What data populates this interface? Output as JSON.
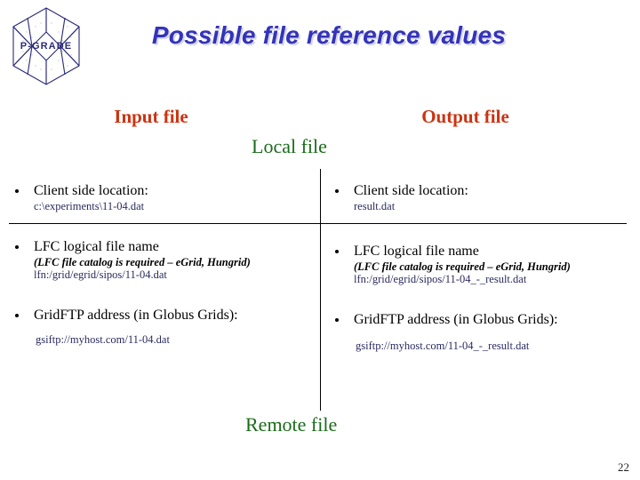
{
  "slide": {
    "title": "Possible file reference values",
    "page_number": "22",
    "logo_text": "P-GRADE",
    "title_color": "#3333bb",
    "header_color": "#cc3311",
    "zone_color": "#1a6b1a",
    "path_color": "#2b2b60"
  },
  "headers": {
    "input": "Input file",
    "output": "Output file",
    "local_zone": "Local file",
    "remote_zone": "Remote file"
  },
  "input_column": {
    "items": [
      {
        "title": "Client side location:",
        "note": "",
        "path": "c:\\experiments\\11-04.dat"
      },
      {
        "title": "LFC logical file name",
        "note": "(LFC file catalog is required – eGrid, Hungrid)",
        "path": "lfn:/grid/egrid/sipos/11-04.dat"
      },
      {
        "title": "GridFTP address (in Globus Grids):",
        "note": "",
        "path": "gsiftp://myhost.com/11-04.dat"
      }
    ]
  },
  "output_column": {
    "items": [
      {
        "title": "Client side location:",
        "note": "",
        "path": "result.dat"
      },
      {
        "title": "LFC logical file name",
        "note": "(LFC file catalog is required – eGrid, Hungrid)",
        "path": "lfn:/grid/egrid/sipos/11-04_-_result.dat"
      },
      {
        "title": "GridFTP address (in Globus Grids):",
        "note": "",
        "path": "gsiftp://myhost.com/11-04_-_result.dat"
      }
    ]
  }
}
